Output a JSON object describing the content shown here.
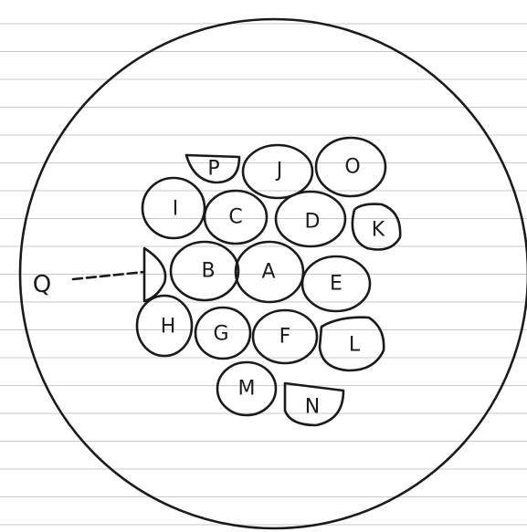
{
  "pointer_label": "Q",
  "cells": [
    {
      "id": "P",
      "label": "P"
    },
    {
      "id": "J",
      "label": "J"
    },
    {
      "id": "O",
      "label": "O"
    },
    {
      "id": "I",
      "label": "I"
    },
    {
      "id": "C",
      "label": "C"
    },
    {
      "id": "D",
      "label": "D"
    },
    {
      "id": "K",
      "label": "K"
    },
    {
      "id": "B",
      "label": "B"
    },
    {
      "id": "A",
      "label": "A"
    },
    {
      "id": "E",
      "label": "E"
    },
    {
      "id": "H",
      "label": "H"
    },
    {
      "id": "G",
      "label": "G"
    },
    {
      "id": "F",
      "label": "F"
    },
    {
      "id": "L",
      "label": "L"
    },
    {
      "id": "M",
      "label": "M"
    },
    {
      "id": "N",
      "label": "N"
    }
  ]
}
